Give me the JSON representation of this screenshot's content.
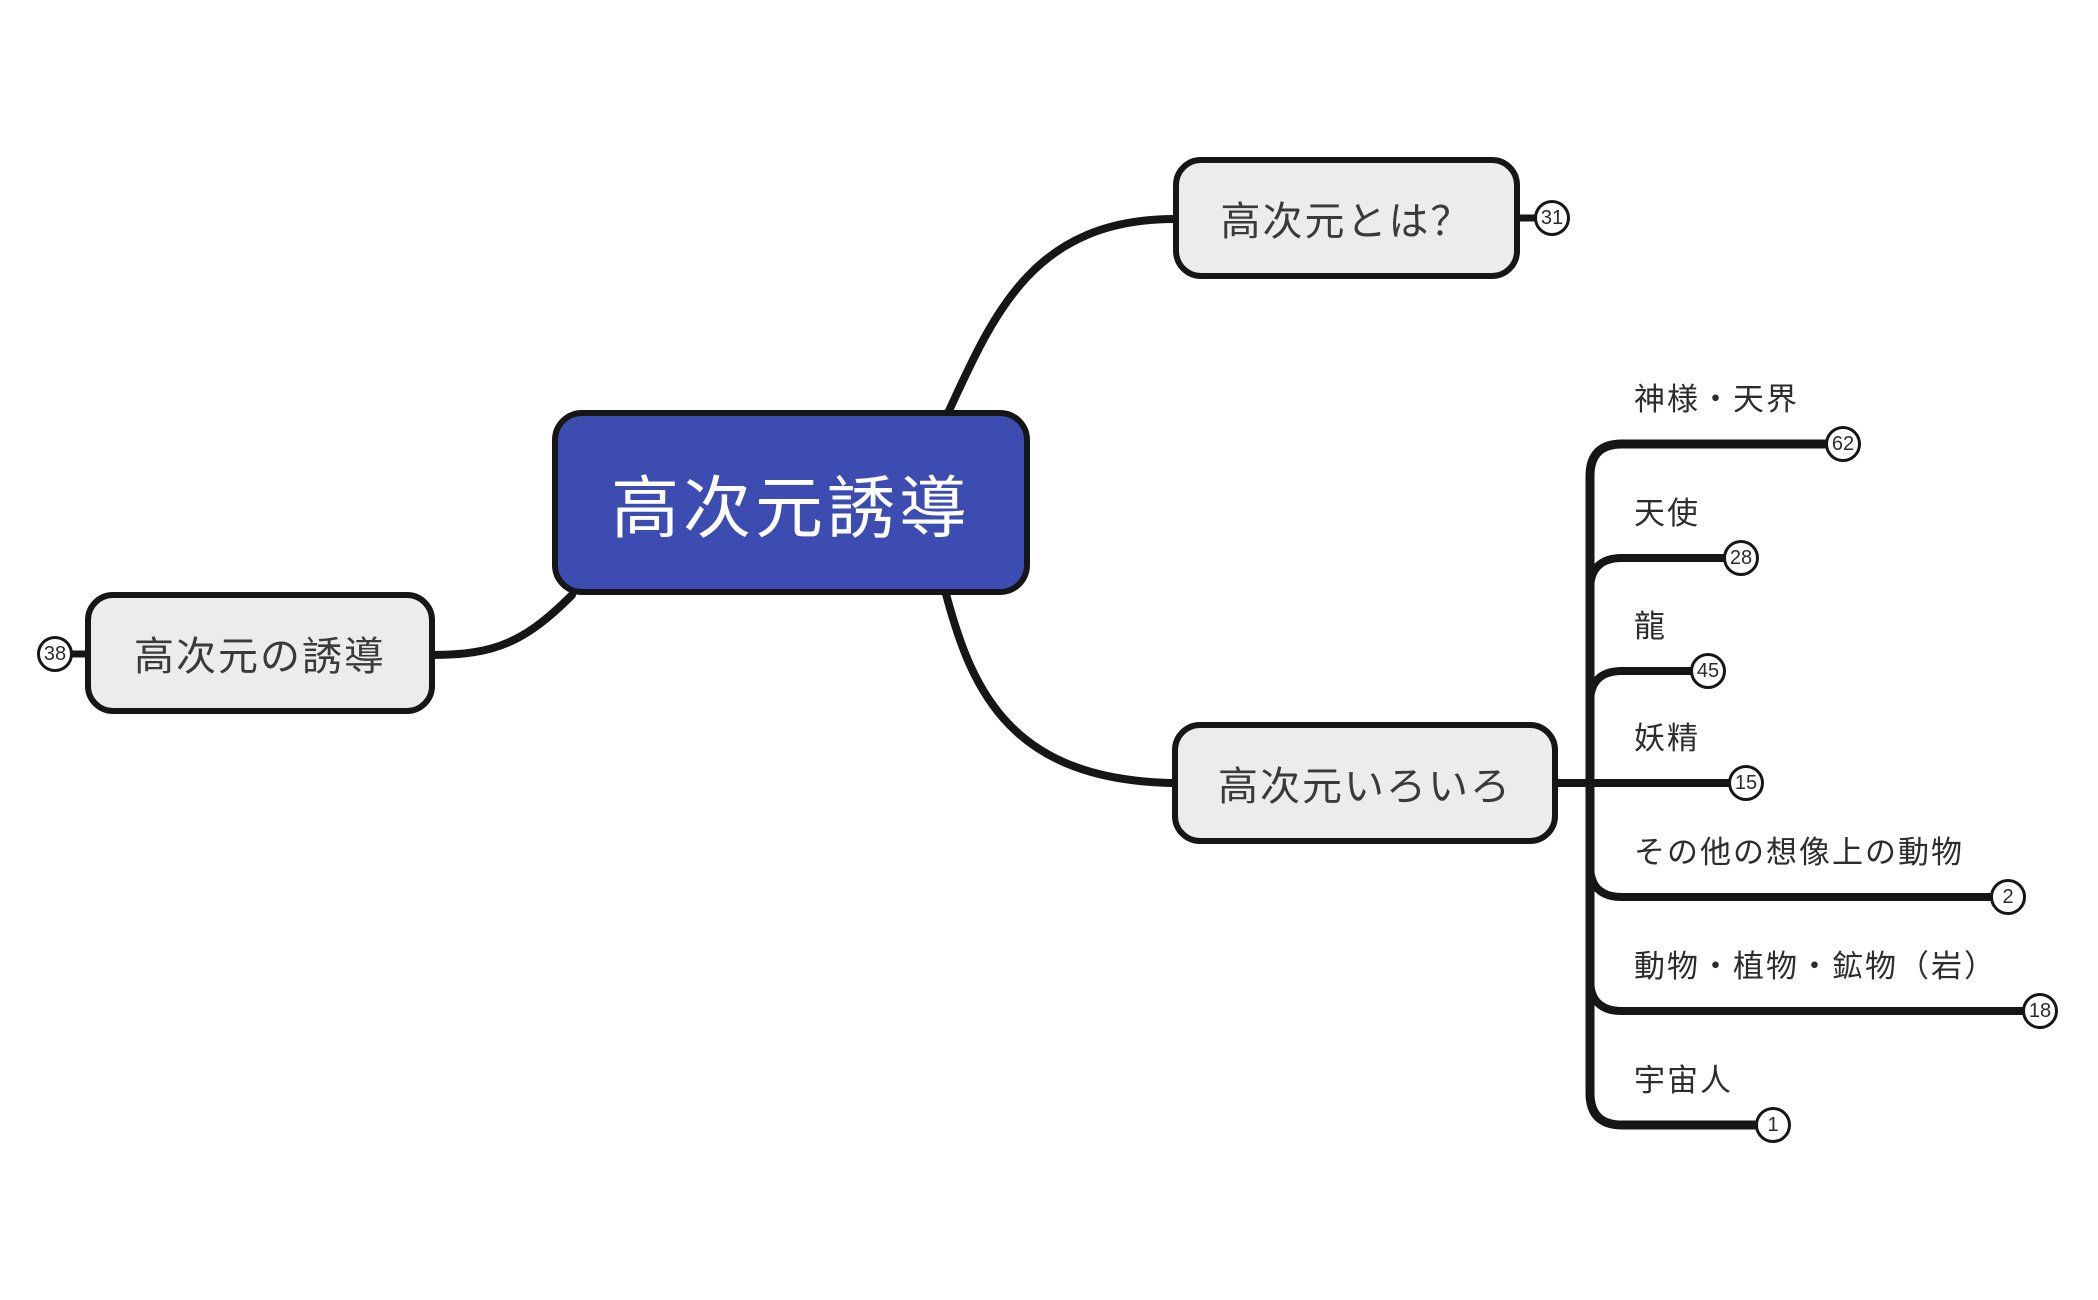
{
  "colors": {
    "root_fill": "#3c4cb0",
    "root_text": "#ffffff",
    "node_fill": "#ececec",
    "node_border": "#161616",
    "line": "#161616",
    "badge_fill": "#ffffff"
  },
  "root": {
    "label": "高次元誘導"
  },
  "nodes": {
    "what_is": {
      "label": "高次元とは？",
      "count": "31"
    },
    "guidance": {
      "label": "高次元の誘導",
      "count": "38"
    },
    "various": {
      "label": "高次元いろいろ"
    }
  },
  "children": [
    {
      "label": "神様・天界",
      "count": "62"
    },
    {
      "label": "天使",
      "count": "28"
    },
    {
      "label": "龍",
      "count": "45"
    },
    {
      "label": "妖精",
      "count": "15"
    },
    {
      "label": "その他の想像上の動物",
      "count": "2"
    },
    {
      "label": "動物・植物・鉱物（岩）",
      "count": "18"
    },
    {
      "label": "宇宙人",
      "count": "1"
    }
  ]
}
